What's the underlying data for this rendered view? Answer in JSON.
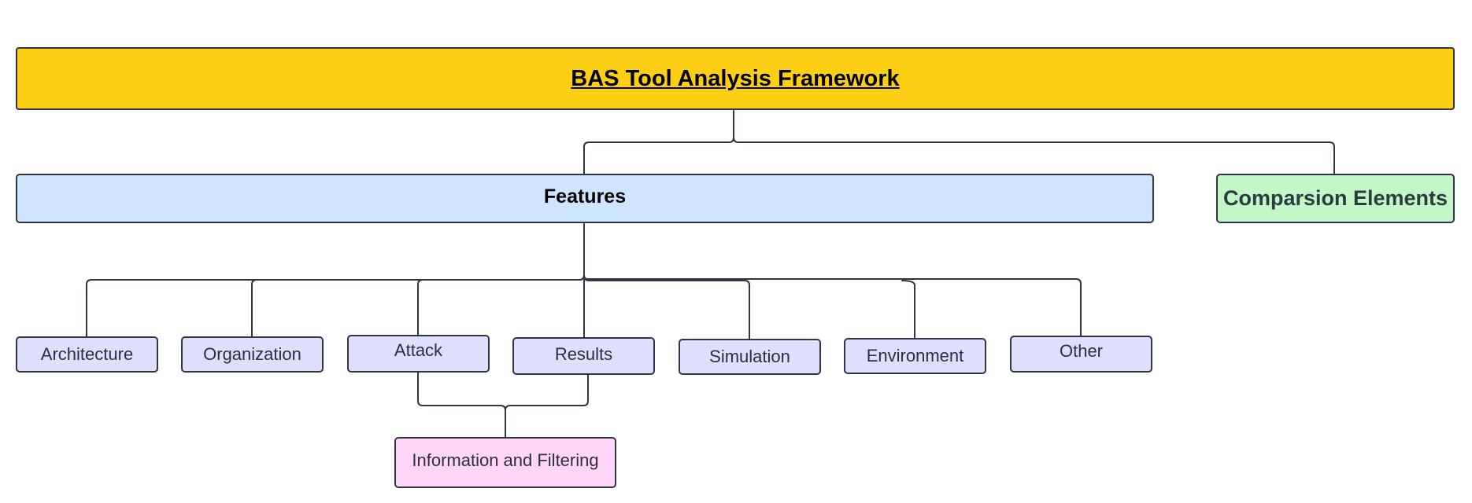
{
  "diagram": {
    "root": {
      "label": "BAS Tool Analysis Framework",
      "color": "#fccf14"
    },
    "branches": [
      {
        "label": "Features",
        "color": "#cfe4ff"
      },
      {
        "label": "Comparsion Elements",
        "color": "#c3f7c8"
      }
    ],
    "features_children": [
      {
        "label": "Architecture"
      },
      {
        "label": "Organization"
      },
      {
        "label": "Attack"
      },
      {
        "label": "Results"
      },
      {
        "label": "Simulation"
      },
      {
        "label": "Environment"
      },
      {
        "label": "Other"
      }
    ],
    "child_color": "#dedefd",
    "merged_node": {
      "label": "Information and Filtering",
      "color": "#ffd6f7"
    },
    "line_color": "#2f3542"
  }
}
